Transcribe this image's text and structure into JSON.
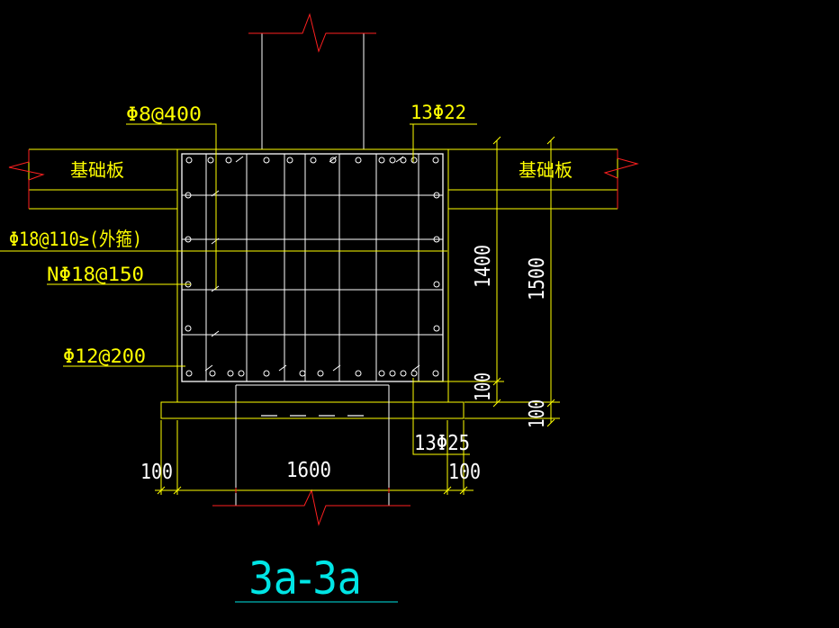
{
  "drawing": {
    "title": "3a-3a",
    "labels": {
      "slab_left": "基础板",
      "slab_right": "基础板",
      "stirrup_top": "Φ8@400",
      "top_bars": "13Φ22",
      "outer_hoop": "Φ18@110≥(外箍)",
      "side_bars": "NΦ18@150",
      "tie_bars": "Φ12@200",
      "bottom_bars": "13Φ25"
    },
    "dimensions": {
      "width": "1600",
      "left_offset": "100",
      "right_offset": "100",
      "inner_height": "1400",
      "total_height": "1500",
      "cover_top": "100",
      "cover_bottom": "100"
    }
  },
  "colors": {
    "background": "#000000",
    "outline": "#ffffff",
    "rebar": "#ffffff",
    "dim_lines": "#ffff00",
    "break_lines": "#ff2020",
    "title": "#00e5e5"
  }
}
